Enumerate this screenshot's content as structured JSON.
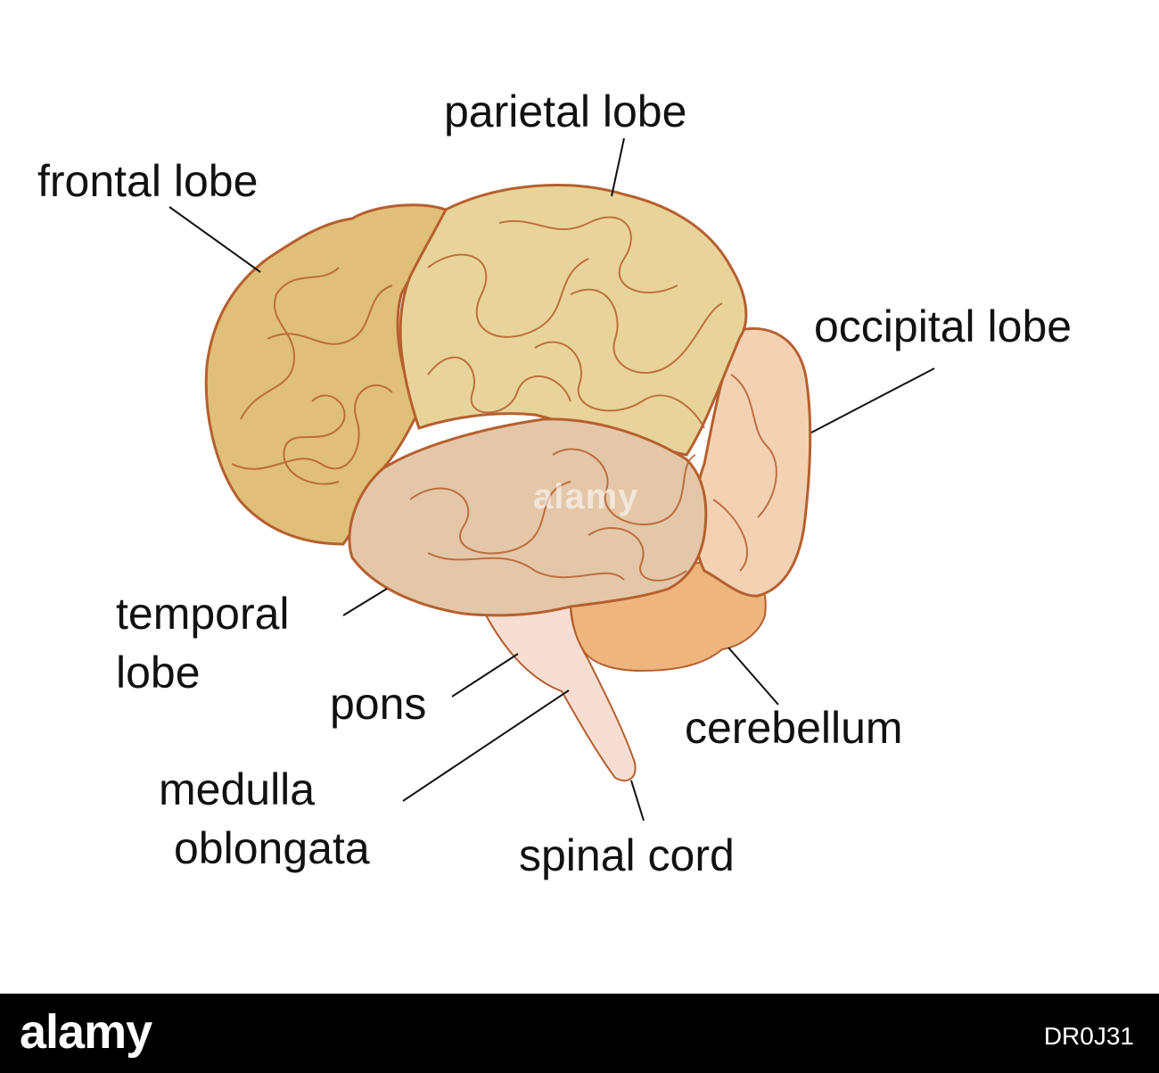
{
  "labels": {
    "frontal": "frontal lobe",
    "parietal": "parietal lobe",
    "occipital": "occipital lobe",
    "temporal_line1": "temporal",
    "temporal_line2": "lobe",
    "pons": "pons",
    "medulla_line1": "medulla",
    "medulla_line2": "oblongata",
    "cerebellum": "cerebellum",
    "spinal": "spinal cord"
  },
  "watermark": "alamy",
  "footer": {
    "logo": "alamy",
    "image_code": "DR0J31"
  },
  "colors": {
    "frontal": "#e0bf78",
    "parietal": "#e8d49a",
    "temporal": "#e4c7a8",
    "occipital": "#f3d2b4",
    "cerebellum": "#efb57e",
    "brainstem": "#f8ded2",
    "outline": "#b5602f"
  }
}
